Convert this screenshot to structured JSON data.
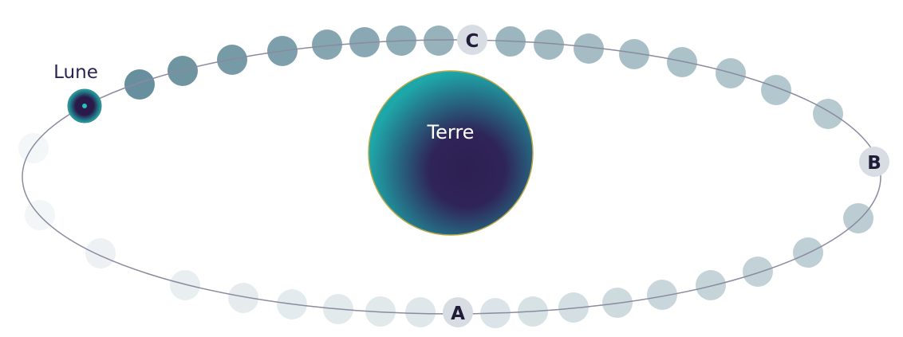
{
  "labels": {
    "moon": "Lune",
    "earth": "Terre",
    "point_a": "A",
    "point_b": "B",
    "point_c": "C"
  },
  "colors": {
    "background": "#ffffff",
    "orbit_line": "#8a8aa0",
    "earth_center": "#2e1f52",
    "earth_edge": "#1ea7a8",
    "earth_outline": "#b8a94a",
    "moon_center": "#2a1a4a",
    "moon_edge": "#1ea7a8",
    "moon_dot": "#29c0c0",
    "trail_base": "#4b7a8a",
    "marker_fill": "#d8dce3",
    "marker_text": "#1f1d3a",
    "earth_label": "#ffffff",
    "moon_label": "#2b2350"
  }
}
